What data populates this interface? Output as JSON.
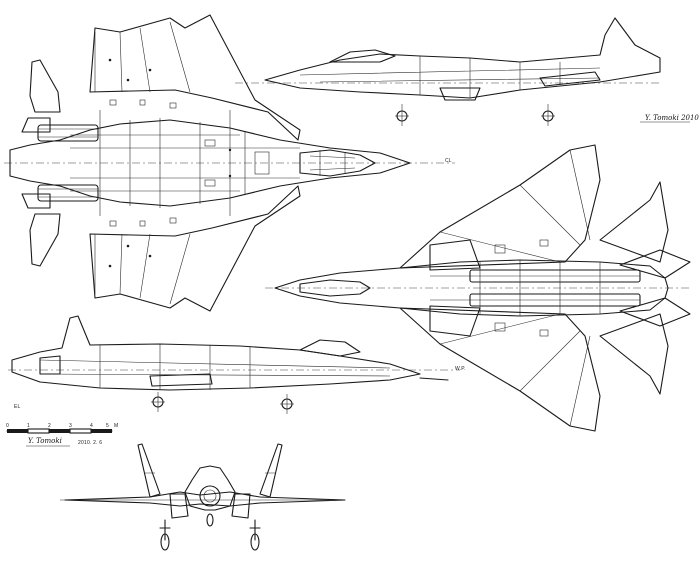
{
  "drawing": {
    "top_signature": "Y. Tomoki 2010",
    "bottom_signature": "Y. Tomoki",
    "bottom_signature_date": "2010. 2. 6",
    "centerline_tag": "CL",
    "side_note": "W.P.",
    "lower_tag": "EL"
  },
  "scale_bar": {
    "ticks": [
      "0",
      "1",
      "2",
      "3",
      "4",
      "5"
    ],
    "unit": "M"
  }
}
